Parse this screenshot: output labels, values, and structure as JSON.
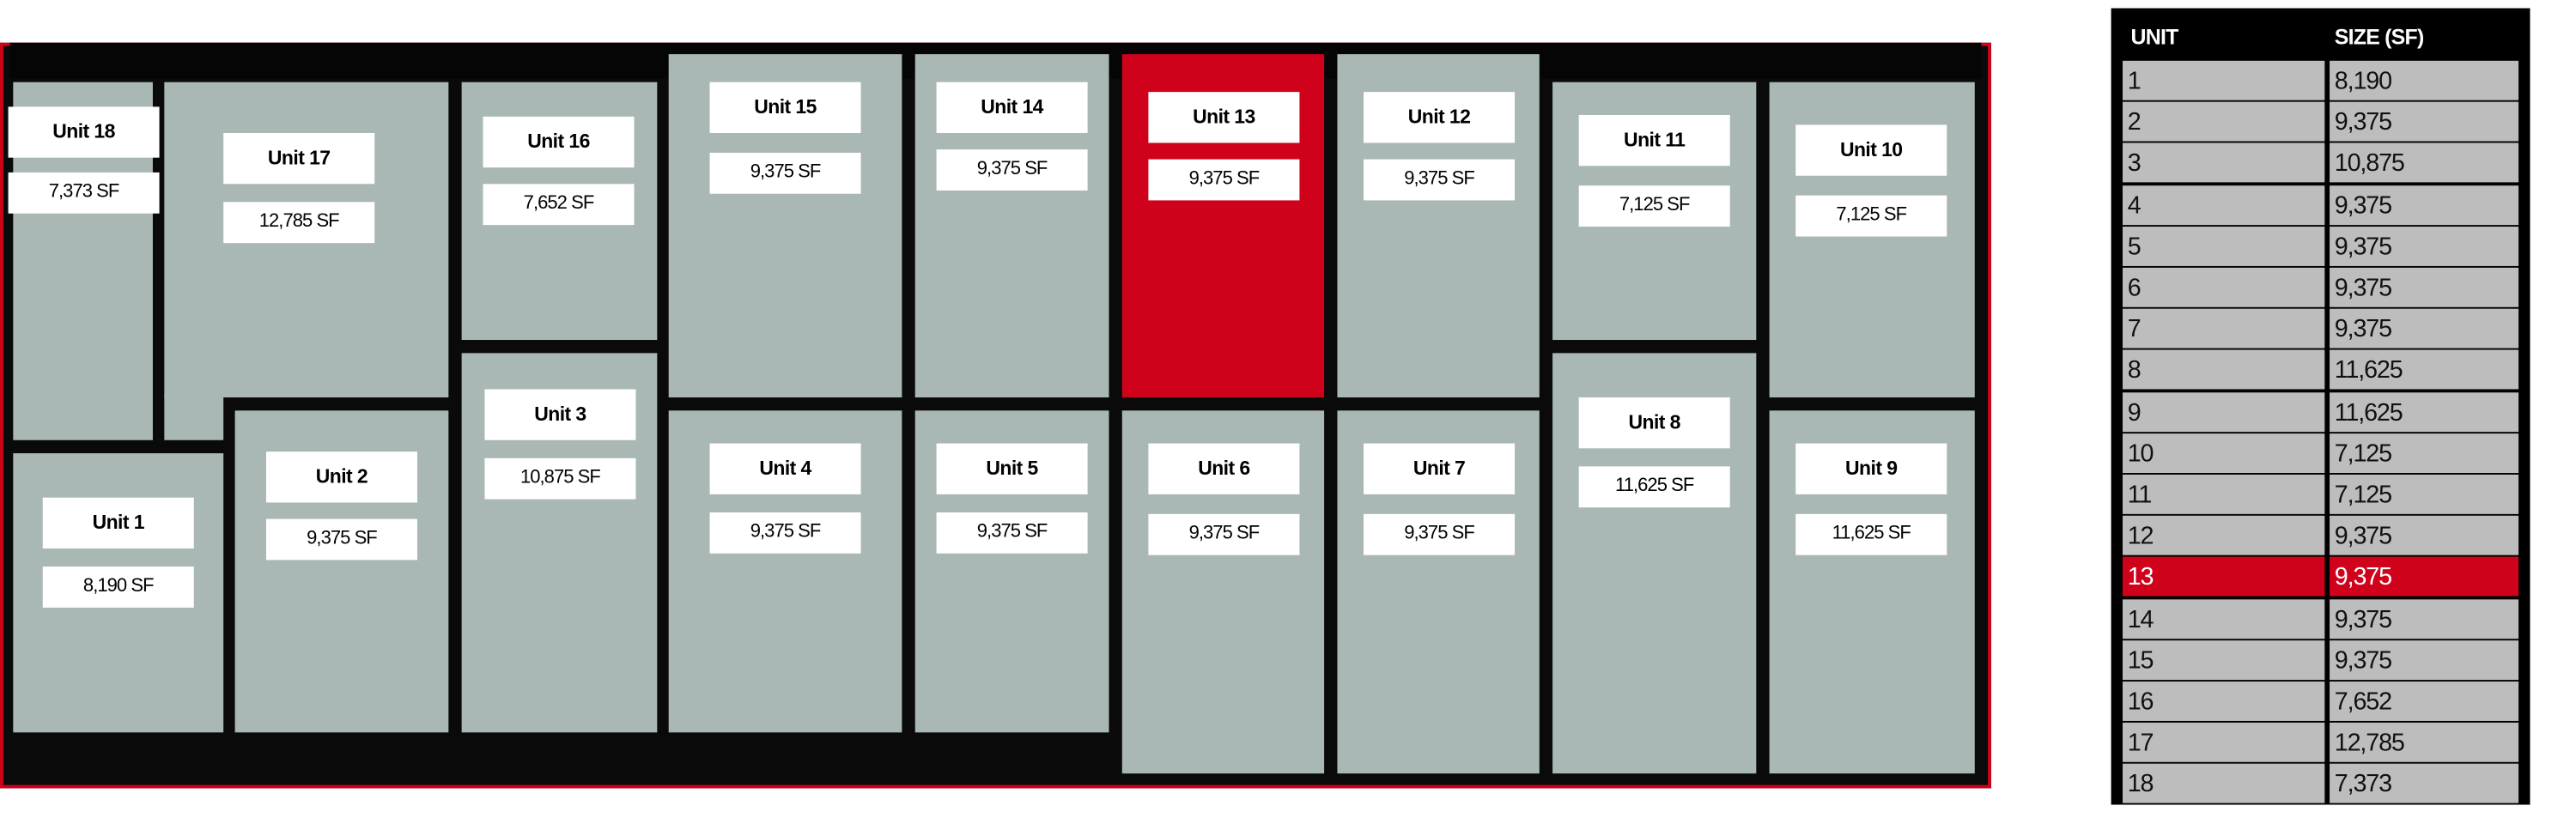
{
  "units": [
    {
      "name": "Unit 1",
      "size": "8,190 SF",
      "highlighted": false
    },
    {
      "name": "Unit 2",
      "size": "9,375 SF",
      "highlighted": false
    },
    {
      "name": "Unit 3",
      "size": "10,875 SF",
      "highlighted": false
    },
    {
      "name": "Unit 4",
      "size": "9,375 SF",
      "highlighted": false
    },
    {
      "name": "Unit 5",
      "size": "9,375 SF",
      "highlighted": false
    },
    {
      "name": "Unit 6",
      "size": "9,375 SF",
      "highlighted": false
    },
    {
      "name": "Unit 7",
      "size": "9,375 SF",
      "highlighted": false
    },
    {
      "name": "Unit 8",
      "size": "11,625 SF",
      "highlighted": false
    },
    {
      "name": "Unit 9",
      "size": "11,625 SF",
      "highlighted": false
    },
    {
      "name": "Unit 10",
      "size": "7,125 SF",
      "highlighted": false
    },
    {
      "name": "Unit 11",
      "size": "7,125 SF",
      "highlighted": false
    },
    {
      "name": "Unit 12",
      "size": "9,375 SF",
      "highlighted": false
    },
    {
      "name": "Unit 13",
      "size": "9,375 SF",
      "highlighted": true
    },
    {
      "name": "Unit 14",
      "size": "9,375 SF",
      "highlighted": false
    },
    {
      "name": "Unit 15",
      "size": "9,375 SF",
      "highlighted": false
    },
    {
      "name": "Unit 16",
      "size": "7,652 SF",
      "highlighted": false
    },
    {
      "name": "Unit 17",
      "size": "12,785 SF",
      "highlighted": false
    },
    {
      "name": "Unit 18",
      "size": "7,373 SF",
      "highlighted": false
    }
  ],
  "table": {
    "headers": [
      "UNIT",
      "SIZE (SF)"
    ],
    "rows": [
      {
        "unit": "1",
        "size": "8,190",
        "highlighted": false
      },
      {
        "unit": "2",
        "size": "9,375",
        "highlighted": false
      },
      {
        "unit": "3",
        "size": "10,875",
        "highlighted": false
      },
      {
        "unit": "4",
        "size": "9,375",
        "highlighted": false
      },
      {
        "unit": "5",
        "size": "9,375",
        "highlighted": false
      },
      {
        "unit": "6",
        "size": "9,375",
        "highlighted": false
      },
      {
        "unit": "7",
        "size": "9,375",
        "highlighted": false
      },
      {
        "unit": "8",
        "size": "11,625",
        "highlighted": false
      },
      {
        "unit": "9",
        "size": "11,625",
        "highlighted": false
      },
      {
        "unit": "10",
        "size": "7,125",
        "highlighted": false
      },
      {
        "unit": "11",
        "size": "7,125",
        "highlighted": false
      },
      {
        "unit": "12",
        "size": "9,375",
        "highlighted": false
      },
      {
        "unit": "13",
        "size": "9,375",
        "highlighted": true
      },
      {
        "unit": "14",
        "size": "9,375",
        "highlighted": false
      },
      {
        "unit": "15",
        "size": "9,375",
        "highlighted": false
      },
      {
        "unit": "16",
        "size": "7,652",
        "highlighted": false
      },
      {
        "unit": "17",
        "size": "12,785",
        "highlighted": false
      },
      {
        "unit": "18",
        "size": "7,373",
        "highlighted": false
      }
    ]
  },
  "colors": {
    "highlight": "#d0021b",
    "unit_fill": "#a9b8b5",
    "table_cell": "#bdbdbd"
  }
}
